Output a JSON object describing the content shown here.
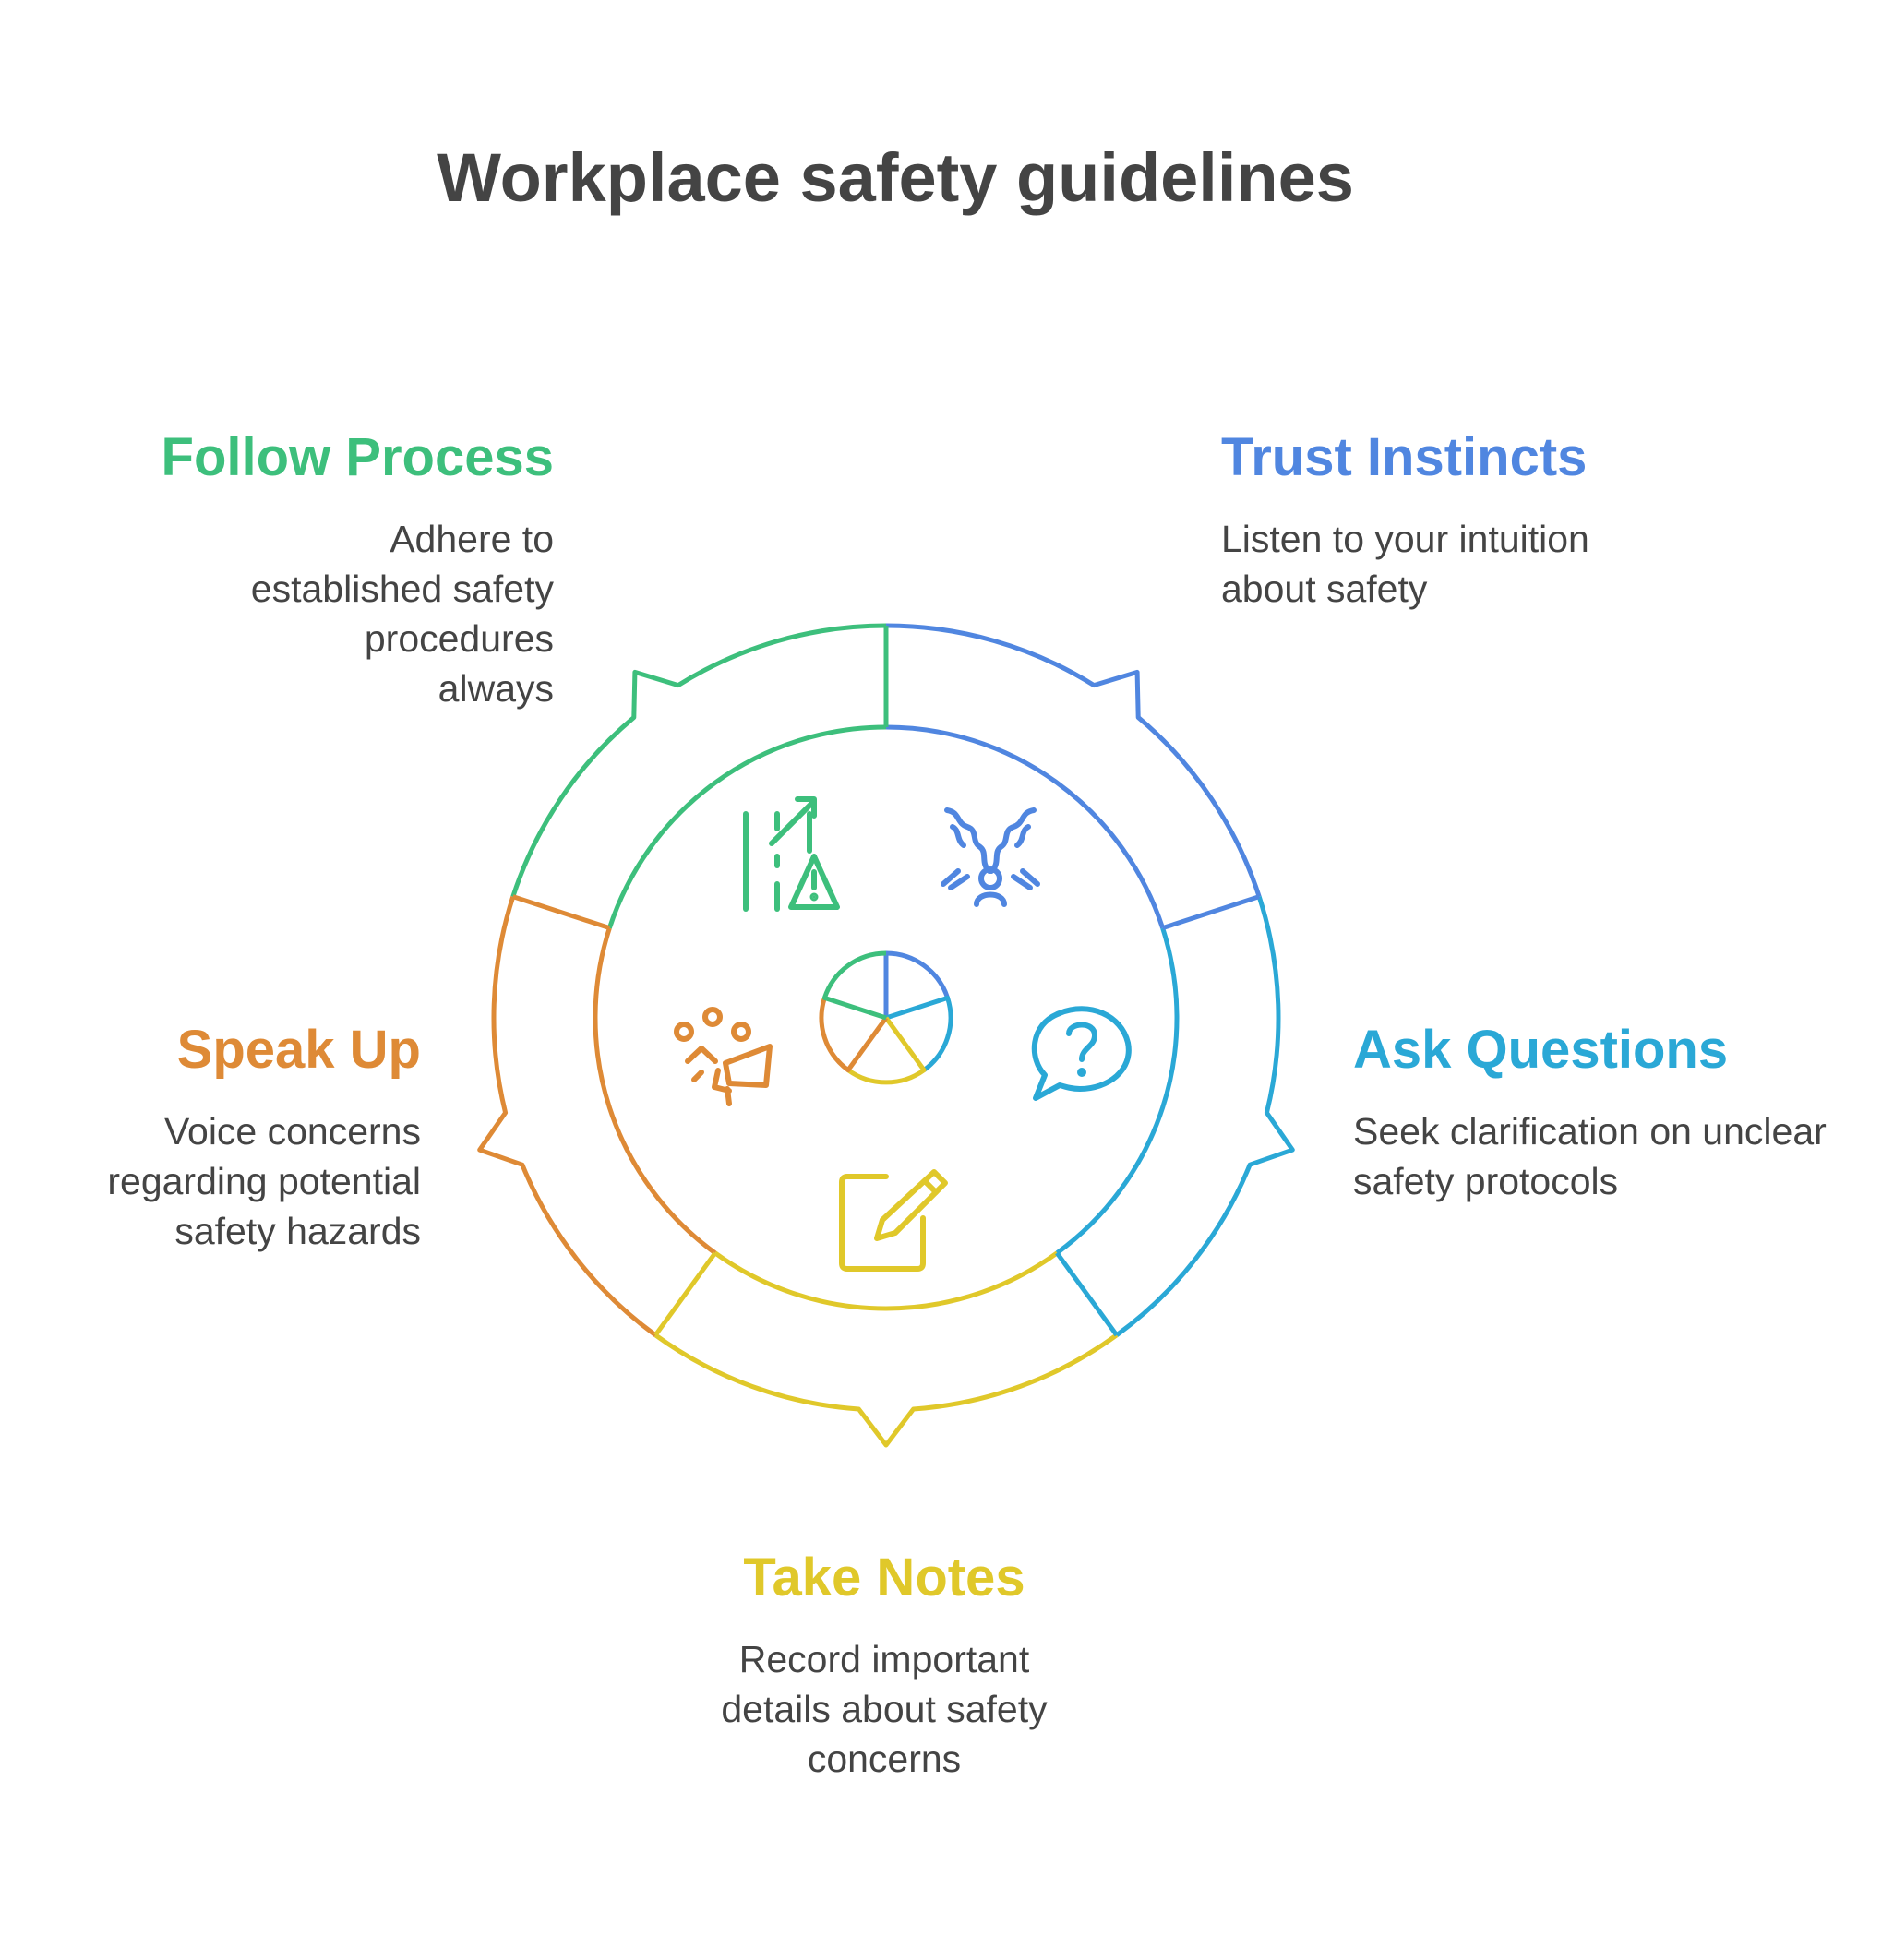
{
  "title": "Workplace safety guidelines",
  "colors": {
    "follow": "#3dbf7c",
    "trust": "#5086e0",
    "ask": "#2aa8d6",
    "notes": "#e0c82a",
    "speak": "#de8a36",
    "text": "#444444"
  },
  "segments": [
    {
      "key": "trust",
      "heading": "Trust Instincts",
      "description": "Listen to your intuition about safety",
      "icon": "intuition-icon"
    },
    {
      "key": "ask",
      "heading": "Ask Questions",
      "description": "Seek clarification on unclear safety protocols",
      "icon": "question-bubble-icon"
    },
    {
      "key": "notes",
      "heading": "Take Notes",
      "description": "Record important details about safety concerns",
      "icon": "note-pencil-icon"
    },
    {
      "key": "speak",
      "heading": "Speak Up",
      "description": "Voice concerns regarding potential safety hazards",
      "icon": "megaphone-icon"
    },
    {
      "key": "follow",
      "heading": "Follow Process",
      "description": "Adhere to established safety procedures always",
      "icon": "hazard-path-icon"
    }
  ]
}
